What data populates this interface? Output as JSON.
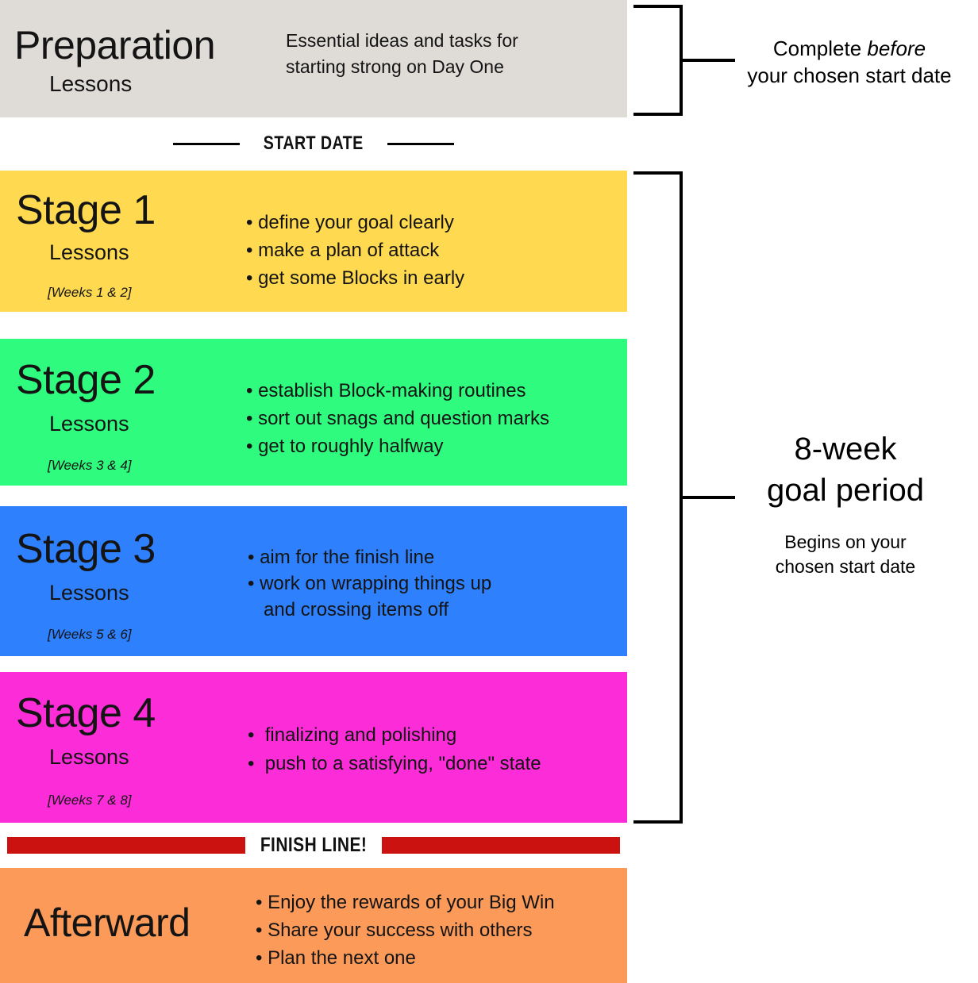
{
  "preparation": {
    "title": "Preparation",
    "subtitle": "Lessons",
    "description": "Essential ideas and tasks for\nstarting strong on Day One",
    "color": "#DFDCD8"
  },
  "start_date_divider": {
    "label": "START DATE"
  },
  "stages": [
    {
      "title": "Stage 1",
      "subtitle": "Lessons",
      "weeks": "[Weeks 1 & 2]",
      "color": "#FFD94F",
      "bullets": [
        "• define your goal clearly",
        "• make a plan of attack",
        "• get some Blocks in early"
      ]
    },
    {
      "title": "Stage 2",
      "subtitle": "Lessons",
      "weeks": "[Weeks 3 & 4]",
      "color": "#2FFB7E",
      "bullets": [
        "• establish Block-making routines",
        "• sort out snags and question marks",
        "• get to roughly halfway"
      ]
    },
    {
      "title": "Stage 3",
      "subtitle": "Lessons",
      "weeks": "[Weeks 5 & 6]",
      "color": "#2E80FC",
      "bullets": [
        "• aim for the finish line",
        "• work on wrapping things up",
        "   and crossing items off"
      ]
    },
    {
      "title": "Stage 4",
      "subtitle": "Lessons",
      "weeks": "[Weeks 7 & 8]",
      "color": "#FC2DD8",
      "bullets": [
        "•  finalizing and polishing",
        "•  push to a satisfying, \"done\" state"
      ]
    }
  ],
  "finish_line": {
    "label": "FINISH LINE!",
    "checker_color": "#CC1111"
  },
  "afterward": {
    "title": "Afterward",
    "color": "#FB9A59",
    "bullets": [
      "• Enjoy the rewards of your Big Win",
      "• Share your success with others",
      "• Plan the next one"
    ]
  },
  "annotations": {
    "top": {
      "line1_prefix": "Complete ",
      "line1_emphasis": "before",
      "line2": "your chosen start date"
    },
    "bottom": {
      "title": "8-week\ngoal period",
      "subtitle": "Begins on your\nchosen start date"
    }
  }
}
